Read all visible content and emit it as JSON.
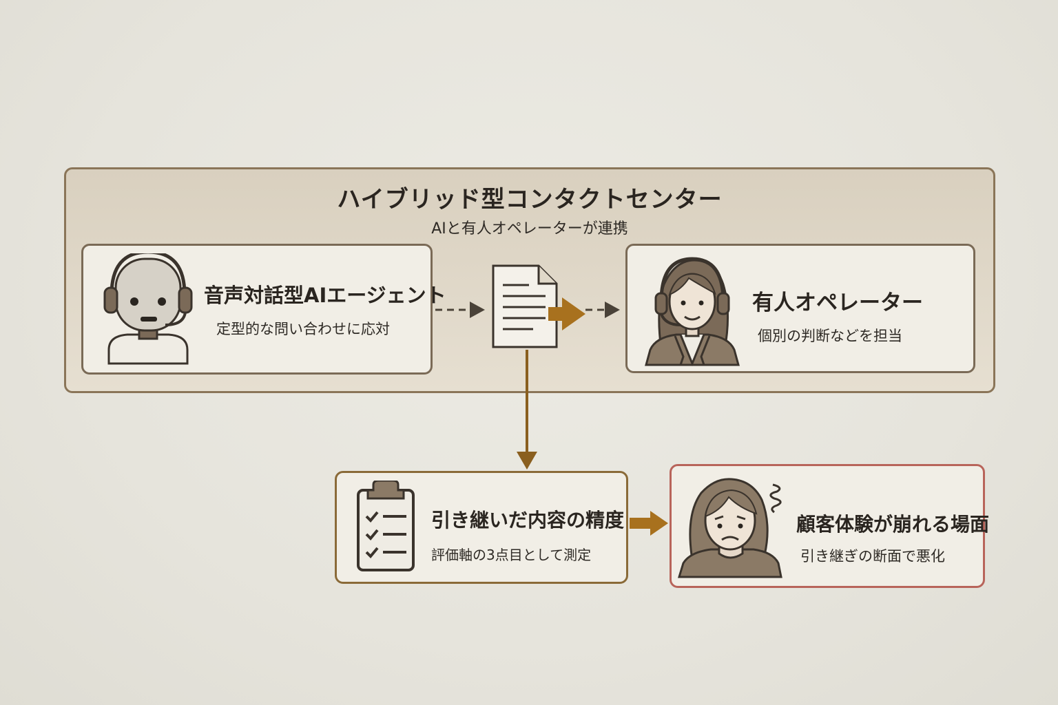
{
  "header": {
    "title": "ハイブリッド型コンタクトセンター",
    "subtitle": "AIと有人オペレーターが連携"
  },
  "ai_agent": {
    "title": "音声対話型AIエージェント",
    "desc": "定型的な問い合わせに応対",
    "icon": "robot-headset-icon"
  },
  "operator": {
    "title": "有人オペレーター",
    "desc": "個別の判断などを担当",
    "icon": "operator-headset-icon"
  },
  "handover": {
    "icon": "document-icon"
  },
  "accuracy": {
    "title": "引き継いだ内容の精度",
    "desc": "評価軸の3点目として測定",
    "icon": "clipboard-checklist-icon"
  },
  "experience": {
    "title": "顧客体験が崩れる場面",
    "desc": "引き継ぎの断面で悪化",
    "icon": "worried-customer-icon"
  },
  "colors": {
    "accent": "#a8711e",
    "border": "#7a6a56",
    "warning_border": "#b8645a",
    "panel": "#e0d8c8"
  }
}
